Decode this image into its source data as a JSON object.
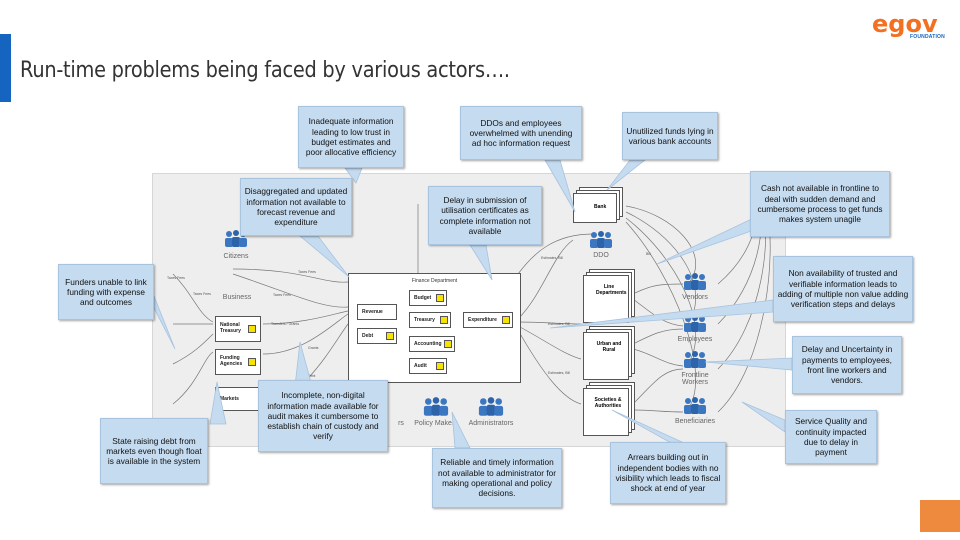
{
  "title": "Run-time problems being faced by various actors….",
  "logo": {
    "word": "egov",
    "sub": "FOUNDATION"
  },
  "colors": {
    "accent": "#1565c0",
    "brand": "#f37021",
    "callout": "#c5dbef",
    "marker": "#f7e300"
  },
  "diagram": {
    "actors": {
      "citizens": "Citizens",
      "business": "Business",
      "ddo": "DDO",
      "vendors": "Vendors",
      "employees": "Employees",
      "frontline": "Frontline",
      "workers": "Workers",
      "beneficiaries": "Beneficiaries",
      "policy_makers": "Policy Makers",
      "administrators": "Administrators",
      "auditors_tail": "rs"
    },
    "left_boxes": {
      "national_treasury": "National Treasury",
      "funding_agencies": "Funding Agencies",
      "markets": "Markets"
    },
    "finance": {
      "title": "Finance Department",
      "budget": "Budget",
      "treasury": "Treasury",
      "expenditure": "Expenditure",
      "accounting": "Accounting",
      "audit": "Audit",
      "revenue": "Revenue",
      "debt": "Debt"
    },
    "bank": "Bank",
    "stacks": {
      "line_departments": "Line Departments",
      "urban_rural": "Urban and Rural",
      "societies": "Societies & Authorities"
    },
    "edge_labels": {
      "taxes_fees": "Taxes Fees",
      "transfers_grants": "Transfers / Grants",
      "grants": "Grants",
      "debt": "Debt",
      "estimates": "Estimates, Bill",
      "bill": "Bill"
    }
  },
  "callouts": [
    "Inadequate information leading to low trust in budget estimates and poor allocative efficiency",
    "DDOs and employees overwhelmed with unending ad hoc information request",
    "Unutilized funds lying in various bank accounts",
    "Disaggregated and updated information not available to forecast revenue and expenditure",
    "Delay in submission of utilisation certificates as complete information not available",
    "Cash not available in frontline to deal with sudden demand and cumbersome process to get funds makes system unagile",
    "Funders unable to link funding with expense and outcomes",
    "Non availability of trusted and verifiable information leads to adding of multiple non value adding verification steps and delays",
    "Delay and Uncertainty in payments to employees, front line workers and vendors.",
    "Incomplete, non-digital information made available for audit makes it cumbersome to establish chain of custody and verify",
    "State raising debt from markets even though float is available in the system",
    "Service Quality and continuity impacted due to delay in payment",
    "Reliable and timely information not available to administrator for making operational and policy decisions.",
    "Arrears building out in independent bodies with no visibility which leads to fiscal shock at end of year"
  ]
}
